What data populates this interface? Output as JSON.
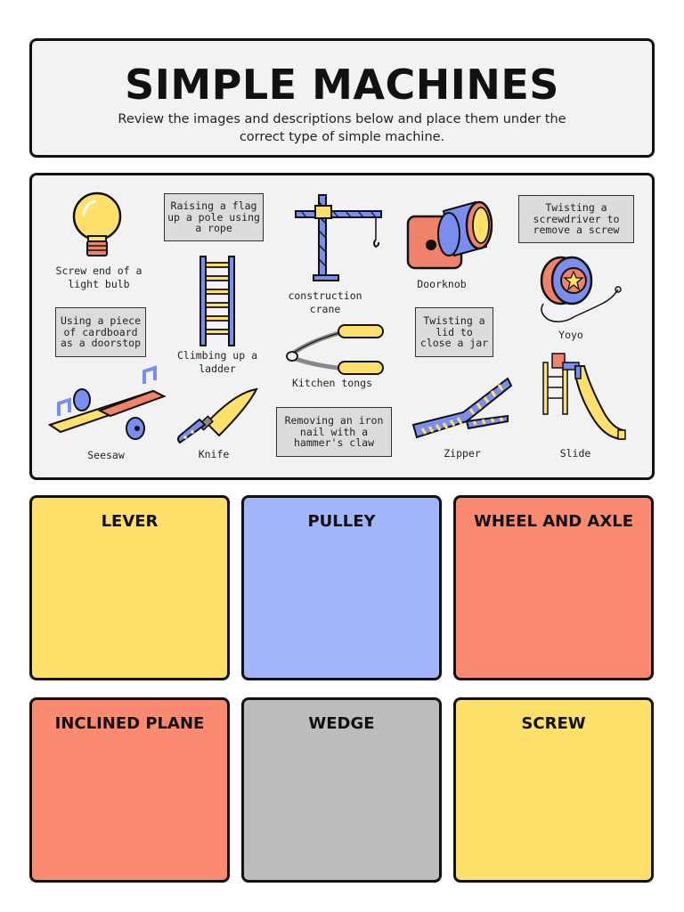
{
  "header": {
    "title": "SIMPLE MACHINES",
    "subtitle": "Review the images and descriptions below and place them under the correct type of simple machine."
  },
  "items": {
    "lightbulb": "Screw end of a light bulb",
    "flag": "Raising a flag up a pole using a rope",
    "crane": "construction crane",
    "doorknob": "Doorknob",
    "screwdriver": "Twisting a screwdriver to remove a screw",
    "cardboard": "Using a piece of cardboard as a doorstop",
    "ladder": "Climbing up a ladder",
    "tongs": "Kitchen tongs",
    "jar": "Twisting a lid to close a jar",
    "yoyo": "Yoyo",
    "seesaw": "Seesaw",
    "knife": "Knife",
    "nail": "Removing an iron nail with a hammer's claw",
    "zipper": "Zipper",
    "slide": "Slide"
  },
  "categories": [
    {
      "label": "LEVER",
      "color": "#fde16b"
    },
    {
      "label": "PULLEY",
      "color": "#a3b5fc"
    },
    {
      "label": "WHEEL AND AXLE",
      "color": "#fa8a70"
    },
    {
      "label": "INCLINED PLANE",
      "color": "#fa8a70"
    },
    {
      "label": "WEDGE",
      "color": "#bcbcbc"
    },
    {
      "label": "SCREW",
      "color": "#fde16b"
    }
  ]
}
